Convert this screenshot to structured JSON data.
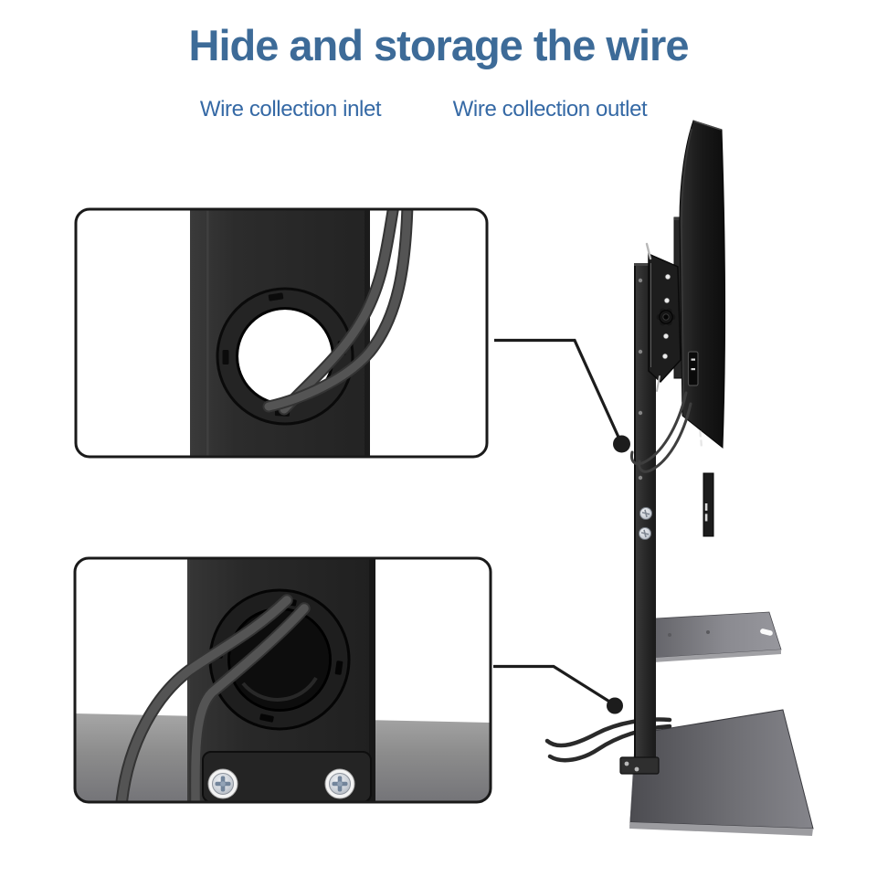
{
  "title": "Hide and storage the wire",
  "annotations": {
    "inlet_label": "Wire collection inlet",
    "outlet_label": "Wire collection outlet"
  },
  "illustration": {
    "insets": [
      {
        "name": "inlet-closeup",
        "depicts": "two cables entering a round grommet hole on the stand column"
      },
      {
        "name": "outlet-closeup",
        "depicts": "two cables exiting a round grommet hole near the stand base, panel with two screws below"
      }
    ],
    "product_view": "TV floor stand side view with mounted TV, media shelf and base plate"
  },
  "colors": {
    "accent": "#3d6b98",
    "label": "#3569a5",
    "callout": "#1c1c1c",
    "cable": "#545454",
    "product_black": "#222222",
    "surface_gray": "#8f8f8f",
    "background": "#ffffff"
  }
}
